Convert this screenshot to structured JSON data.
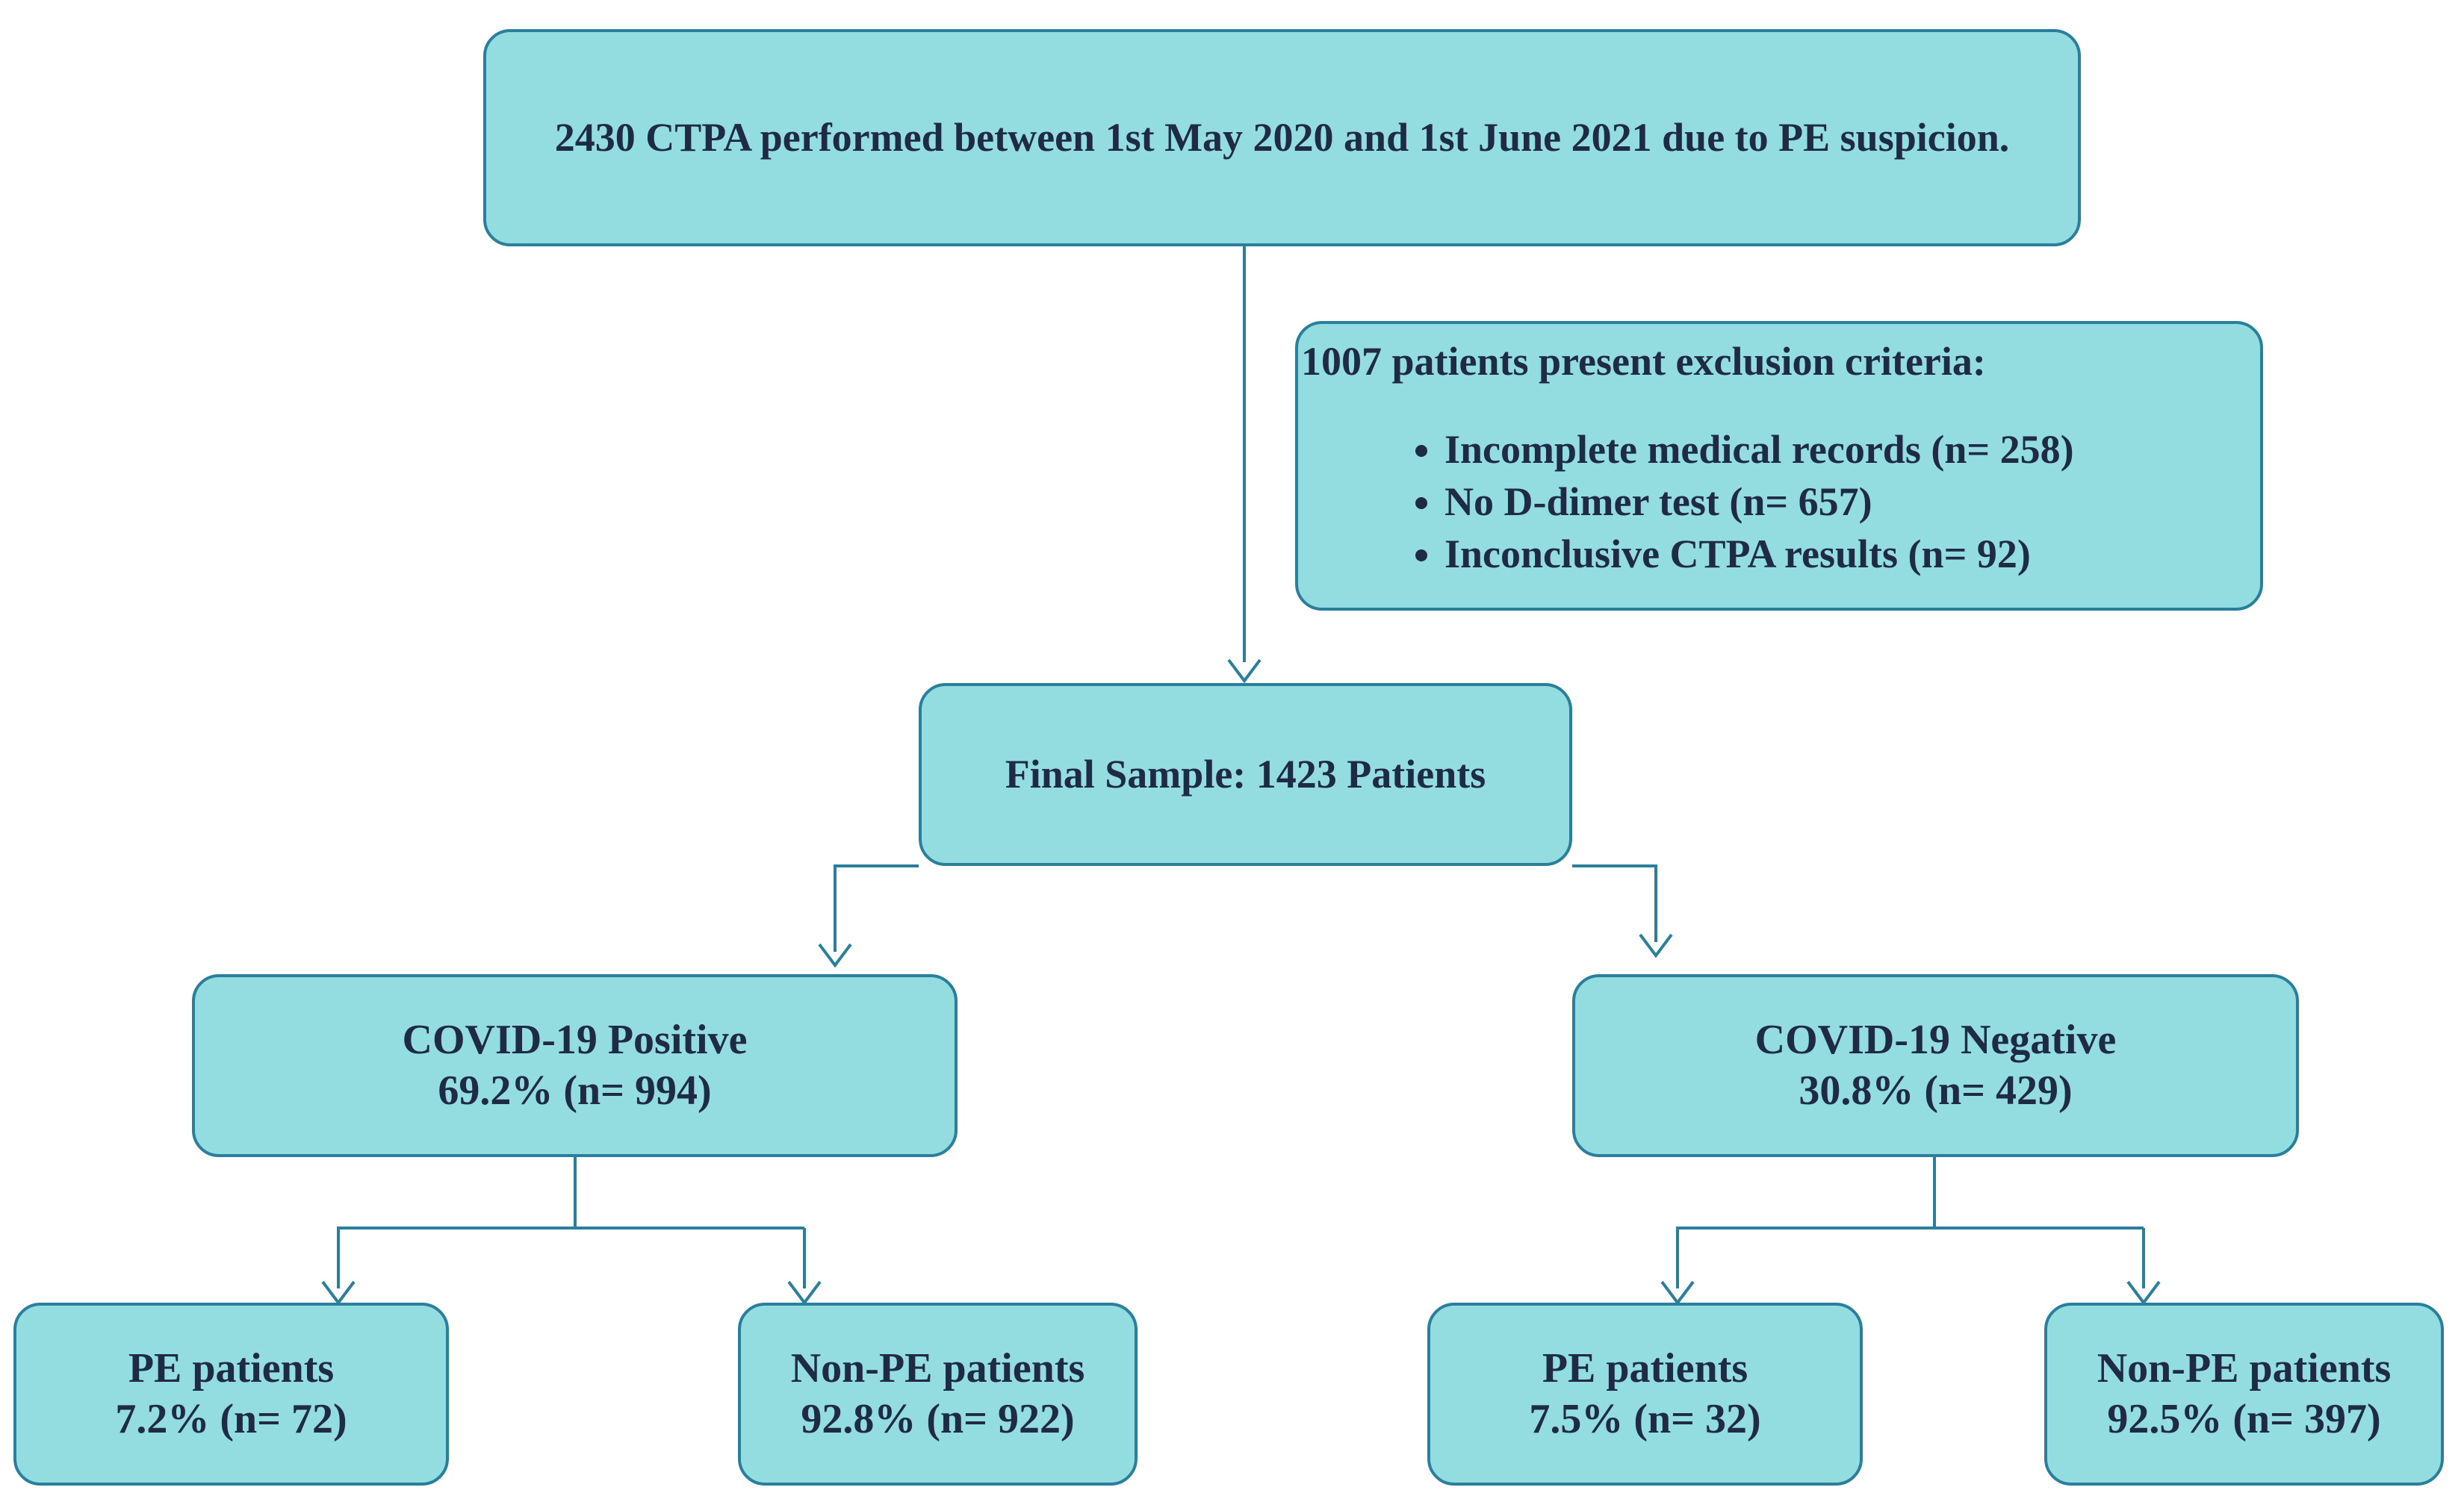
{
  "colors": {
    "box_fill": "#93dde0",
    "box_border": "#2a7f9c",
    "text": "#1f2a44",
    "connector": "#2a7f9c"
  },
  "top_box": {
    "text": "2430 CTPA performed between 1st May 2020 and 1st June 2021 due to PE suspicion."
  },
  "exclusion_box": {
    "heading": "1007 patients present exclusion criteria:",
    "items": [
      "Incomplete medical records (n= 258)",
      "No D-dimer test (n= 657)",
      "Inconclusive CTPA results (n= 92)"
    ]
  },
  "final_sample_box": {
    "text": "Final Sample: 1423 Patients"
  },
  "covid_positive_box": {
    "title": "COVID-19 Positive",
    "stat": "69.2% (n= 994)"
  },
  "covid_negative_box": {
    "title": "COVID-19 Negative",
    "stat": "30.8% (n= 429)"
  },
  "pos_pe_box": {
    "title": "PE patients",
    "stat": "7.2% (n= 72)"
  },
  "pos_non_pe_box": {
    "title": "Non-PE patients",
    "stat": "92.8% (n= 922)"
  },
  "neg_pe_box": {
    "title": "PE patients",
    "stat": "7.5% (n= 32)"
  },
  "neg_non_pe_box": {
    "title": "Non-PE patients",
    "stat": "92.5% (n= 397)"
  }
}
